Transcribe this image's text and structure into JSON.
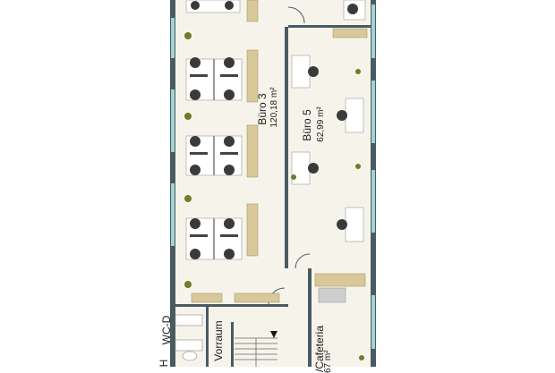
{
  "rooms": {
    "buero3": {
      "name": "Büro 3",
      "area": "120,18 m²"
    },
    "buero5": {
      "name": "Büro 5",
      "area": "62,99 m²"
    },
    "cafeteria": {
      "name": "/Cafeteria",
      "area": "67 m²"
    },
    "vorraum": {
      "name": "Vorraum"
    },
    "wc_d": {
      "name": "WC-D"
    },
    "wc_h": {
      "name": "H"
    }
  },
  "colors": {
    "floor": "#f6f4ea",
    "wall": "#4a5a62",
    "window": "#9fd4d2",
    "desk": "#ffffff",
    "chair": "#3a3a3a",
    "counter": "#d9c89a",
    "plant": "#6b7f2a"
  },
  "icons": {
    "stairs_arrow": "arrow-up-icon",
    "plant": "plant-icon",
    "chair": "office-chair-icon",
    "monitor": "monitor-icon"
  }
}
